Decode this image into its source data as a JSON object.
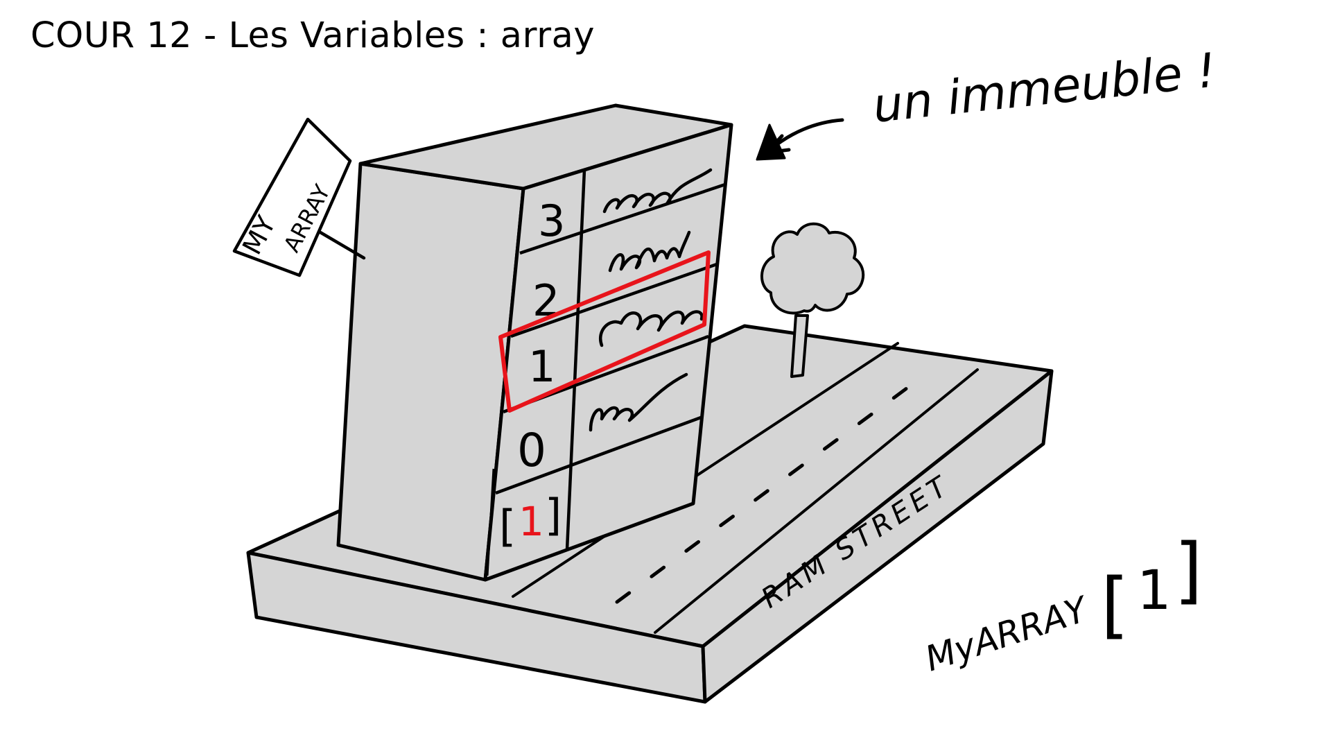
{
  "title": "COUR 12 - Les Variables : array",
  "building_sign": {
    "line1": "MY",
    "line2": "ARRAY"
  },
  "floors": [
    {
      "index": "3",
      "value_icon": "scribble"
    },
    {
      "index": "2",
      "value_icon": "scribble"
    },
    {
      "index": "1",
      "value_icon": "scribble",
      "highlighted": true
    },
    {
      "index": "0",
      "value_icon": "scribble"
    }
  ],
  "ground_floor_label": {
    "open_bracket": "[",
    "number": "1",
    "close_bracket": "]"
  },
  "annotation": "un immeuble !",
  "street_name": "RAM STREET",
  "access_expression": {
    "name": "MyARRAY",
    "open_bracket": "[",
    "index": "1",
    "close_bracket": "]"
  },
  "colors": {
    "building_fill": "#d5d5d5",
    "highlight": "#e8141b",
    "ink": "#000000"
  }
}
